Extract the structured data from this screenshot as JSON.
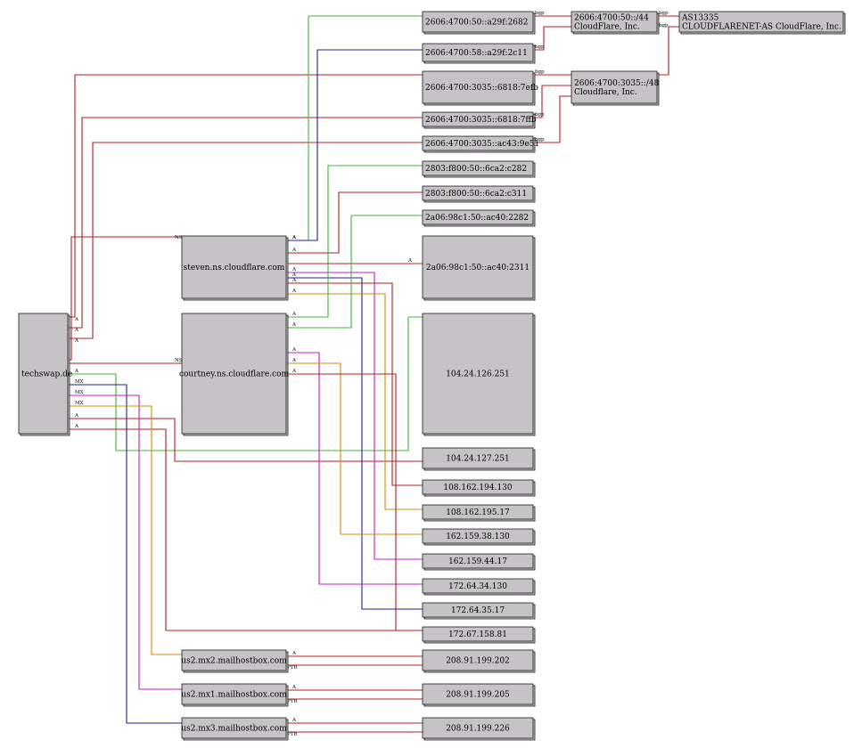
{
  "colors": {
    "red": "#b02020",
    "green": "#3cb43c",
    "blue": "#202090",
    "magenta": "#c020c0",
    "orange": "#d08a10",
    "node_fill": "#c6c3c6"
  },
  "nodes": {
    "techswap": {
      "label": [
        "techswap.de"
      ]
    },
    "steven": {
      "label": [
        "steven.ns.cloudflare.com"
      ]
    },
    "courtney": {
      "label": [
        "courtney.ns.cloudflare.com"
      ]
    },
    "mx2": {
      "label": [
        "us2.mx2.mailhostbox.com"
      ]
    },
    "mx1": {
      "label": [
        "us2.mx1.mailhostbox.com"
      ]
    },
    "mx3": {
      "label": [
        "us2.mx3.mailhostbox.com"
      ]
    },
    "ip6_2682": {
      "label": [
        "2606:4700:50::a29f:2682"
      ]
    },
    "ip6_2c11": {
      "label": [
        "2606:4700:58::a29f:2c11"
      ]
    },
    "ip6_7efb": {
      "label": [
        "2606:4700:3035::6818:7efb"
      ]
    },
    "ip6_7ffb": {
      "label": [
        "2606:4700:3035::6818:7ffb"
      ]
    },
    "ip6_9e51": {
      "label": [
        "2606:4700:3035::ac43:9e51"
      ]
    },
    "ip6_c282": {
      "label": [
        "2803:f800:50::6ca2:c282"
      ]
    },
    "ip6_c311": {
      "label": [
        "2803:f800:50::6ca2:c311"
      ]
    },
    "ip6_2282": {
      "label": [
        "2a06:98c1:50::ac40:2282"
      ]
    },
    "ip6_2311": {
      "label": [
        "2a06:98c1:50::ac40:2311"
      ]
    },
    "ip4_126": {
      "label": [
        "104.24.126.251"
      ]
    },
    "ip4_127": {
      "label": [
        "104.24.127.251"
      ]
    },
    "ip4_194": {
      "label": [
        "108.162.194.130"
      ]
    },
    "ip4_195": {
      "label": [
        "108.162.195.17"
      ]
    },
    "ip4_38": {
      "label": [
        "162.159.38.130"
      ]
    },
    "ip4_44": {
      "label": [
        "162.159.44.17"
      ]
    },
    "ip4_34": {
      "label": [
        "172.64.34.130"
      ]
    },
    "ip4_35": {
      "label": [
        "172.64.35.17"
      ]
    },
    "ip4_158": {
      "label": [
        "172.67.158.81"
      ]
    },
    "ip4_202": {
      "label": [
        "208.91.199.202"
      ]
    },
    "ip4_205": {
      "label": [
        "208.91.199.205"
      ]
    },
    "ip4_226": {
      "label": [
        "208.91.199.226"
      ]
    },
    "pfx44": {
      "label": [
        "2606:4700:50::/44",
        "CloudFlare, Inc."
      ]
    },
    "pfx48": {
      "label": [
        "2606:4700:3035::/48",
        "Cloudflare, Inc."
      ]
    },
    "as13335": {
      "label": [
        "AS13335",
        "CLOUDFLARENET-AS CloudFlare, Inc."
      ]
    }
  },
  "edges": [
    {
      "from": "techswap",
      "to": "steven",
      "label": "NS",
      "color": "red"
    },
    {
      "from": "techswap",
      "to": "courtney",
      "label": "NS",
      "color": "red"
    },
    {
      "from": "techswap",
      "to": "ip6_7efb",
      "label": "A",
      "color": "red"
    },
    {
      "from": "techswap",
      "to": "ip6_7ffb",
      "label": "A",
      "color": "red"
    },
    {
      "from": "techswap",
      "to": "ip6_9e51",
      "label": "A",
      "color": "red"
    },
    {
      "from": "techswap",
      "to": "ip4_127",
      "label": "A",
      "color": "green"
    },
    {
      "from": "techswap",
      "to": "ip4_158",
      "label": "A",
      "color": "red"
    },
    {
      "from": "techswap",
      "to": "ip4_126",
      "label": "A",
      "color": "red"
    },
    {
      "from": "techswap",
      "to": "mx3",
      "label": "MX",
      "color": "blue"
    },
    {
      "from": "techswap",
      "to": "mx1",
      "label": "MX",
      "color": "magenta"
    },
    {
      "from": "techswap",
      "to": "mx2",
      "label": "MX",
      "color": "orange"
    },
    {
      "from": "steven",
      "to": "ip6_2682",
      "label": "A",
      "color": "green"
    },
    {
      "from": "steven",
      "to": "ip6_2c11",
      "label": "A",
      "color": "blue"
    },
    {
      "from": "steven",
      "to": "ip6_c311",
      "label": "A",
      "color": "red"
    },
    {
      "from": "steven",
      "to": "ip6_2311",
      "label": "A",
      "color": "red"
    },
    {
      "from": "steven",
      "to": "ip4_44",
      "label": "A",
      "color": "magenta"
    },
    {
      "from": "steven",
      "to": "ip4_35",
      "label": "A",
      "color": "blue"
    },
    {
      "from": "steven",
      "to": "ip4_194",
      "label": "A",
      "color": "red"
    },
    {
      "from": "steven",
      "to": "ip4_195",
      "label": "A",
      "color": "orange"
    },
    {
      "from": "courtney",
      "to": "ip6_c282",
      "label": "A",
      "color": "green"
    },
    {
      "from": "courtney",
      "to": "ip6_2282",
      "label": "A",
      "color": "green"
    },
    {
      "from": "courtney",
      "to": "ip4_34",
      "label": "A",
      "color": "magenta"
    },
    {
      "from": "courtney",
      "to": "ip4_38",
      "label": "A",
      "color": "orange"
    },
    {
      "from": "courtney",
      "to": "ip4_158",
      "label": "A",
      "color": "red"
    },
    {
      "from": "mx2",
      "to": "ip4_202",
      "label": "A",
      "color": "red"
    },
    {
      "from": "mx2",
      "to": "ip4_202",
      "label": "PTR",
      "color": "red"
    },
    {
      "from": "mx1",
      "to": "ip4_205",
      "label": "A",
      "color": "red"
    },
    {
      "from": "mx1",
      "to": "ip4_205",
      "label": "PTR",
      "color": "red"
    },
    {
      "from": "mx3",
      "to": "ip4_226",
      "label": "A",
      "color": "red"
    },
    {
      "from": "mx3",
      "to": "ip4_226",
      "label": "PTR",
      "color": "red"
    },
    {
      "from": "ip6_2682",
      "to": "pfx44",
      "label": "bgp",
      "color": "red"
    },
    {
      "from": "ip6_2c11",
      "to": "pfx44",
      "label": "bgp",
      "color": "red"
    },
    {
      "from": "ip6_7efb",
      "to": "pfx48",
      "label": "bgp",
      "color": "red"
    },
    {
      "from": "ip6_7ffb",
      "to": "pfx48",
      "label": "bgp",
      "color": "red"
    },
    {
      "from": "ip6_9e51",
      "to": "pfx48",
      "label": "bgp",
      "color": "red"
    },
    {
      "from": "pfx44",
      "to": "as13335",
      "label": "bgp",
      "color": "red"
    },
    {
      "from": "pfx48",
      "to": "as13335",
      "label": "bgp",
      "color": "red"
    }
  ]
}
